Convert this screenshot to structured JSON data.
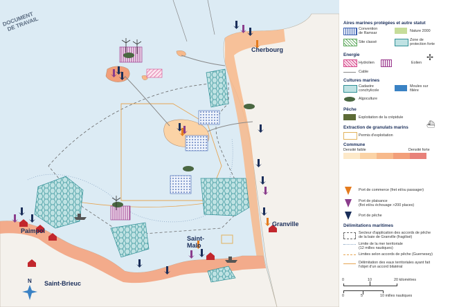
{
  "map": {
    "watermark": [
      "DOCUMENT",
      "DE TRAVAIL"
    ],
    "cities": {
      "cherbourg": "Cherbourg",
      "granville": "Granville",
      "paimpol": "Paimpol",
      "saint_malo": [
        "Saint-",
        "Malo"
      ],
      "saint_brieuc": "Saint-Brieuc"
    },
    "north": "N"
  },
  "legend": {
    "protected": {
      "title": "Aires marines protégées et autre statut",
      "ramsar": [
        "Convention",
        "de Ramsar"
      ],
      "natura": "Nature 2000",
      "site_classe": "Site classé",
      "zone_forte": [
        "Zone de",
        "protection forte"
      ]
    },
    "energy": {
      "title": "Energie",
      "hydrolien": "Hydrolien",
      "eolien": "Eolien",
      "cable": "Cable"
    },
    "cultures": {
      "title": "Cultures marines",
      "cadastre": [
        "Cadastre",
        "conchylicole"
      ],
      "moules": [
        "Moules sur",
        "filière"
      ],
      "algoculture": "Algoculture"
    },
    "peche": {
      "title": "Pêche",
      "crepidule": "Exploitation de la crépidule"
    },
    "granulats": {
      "title": "Extraction de granulats marins",
      "permis": "Permis d'exploitation"
    },
    "commune": {
      "title": "Commune",
      "faible": "Densité faible",
      "forte": "Densité forte"
    },
    "ports": {
      "commerce": "Port de commerce (fret et/ou passager)",
      "plaisance": [
        "Port de plaisance",
        "(flot et/ou échouage >200 places)"
      ],
      "peche": "Port de pêche"
    },
    "delim": {
      "title": "Délimitations maritimes",
      "secteur": [
        "Secteur d'application des accords de pêche",
        "de la baie de Granville (fragilisé)"
      ],
      "limite_mer": [
        "Limite de la mer territoriale",
        "(12 milles nautiques)"
      ],
      "limites_peche": "Limites selon accords de pêche (Guernesey)",
      "delimitation": [
        "Délimitation des eaux territoriales ayant fait",
        "l'objet d'un accord bilatéral"
      ]
    },
    "scale": {
      "km_ticks": [
        "0",
        "10",
        "20 kilomètres"
      ],
      "nm_ticks": [
        "0",
        "5",
        "10 milles nautiques"
      ]
    }
  },
  "colors": {
    "sea": "#dcebf4",
    "land": "#f4f1ec",
    "density_ramp": [
      "#fde9c9",
      "#fbd3a6",
      "#f7b98b",
      "#f29f7a",
      "#e8817a"
    ],
    "algae": "#4a6741",
    "ramsar": "#3e62b0",
    "natura": "#c6dd9a",
    "zone_forte": "#6fc1c6",
    "eolien": "#9b3b8e",
    "hydrolien": "#d64a8c",
    "moules": "#3a82c4",
    "crepidule": "#5d6b36",
    "permis": "#e2b25b",
    "port_peche": "#1a2e5a",
    "port_commerce": "#e47b1d",
    "port_plaisance": "#8a3d8c"
  }
}
